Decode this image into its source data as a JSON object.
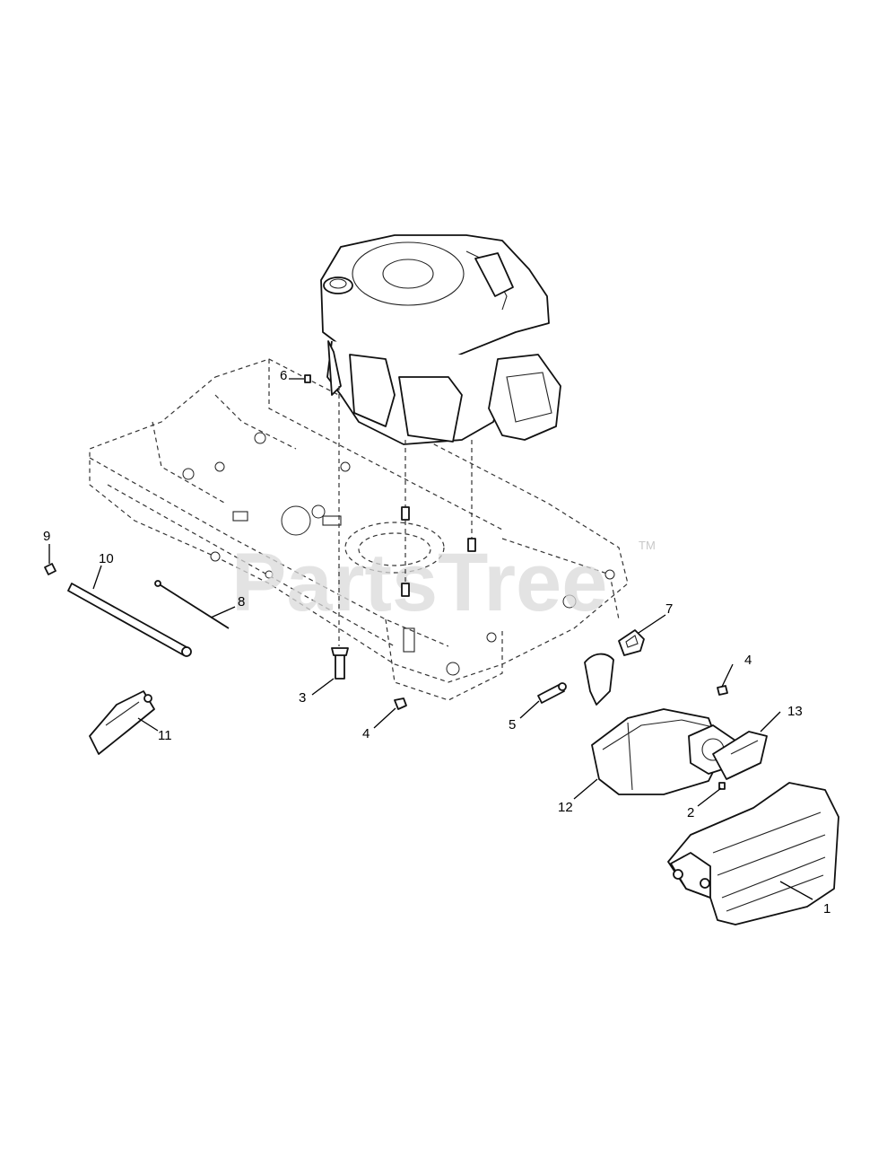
{
  "watermark": {
    "brand": "PartsTree",
    "trademark": "TM"
  },
  "callouts": [
    {
      "id": "callout-1",
      "label": "1"
    },
    {
      "id": "callout-2",
      "label": "2"
    },
    {
      "id": "callout-3",
      "label": "3"
    },
    {
      "id": "callout-4-frame",
      "label": "4"
    },
    {
      "id": "callout-4-muffler",
      "label": "4"
    },
    {
      "id": "callout-5",
      "label": "5"
    },
    {
      "id": "callout-6",
      "label": "6"
    },
    {
      "id": "callout-7",
      "label": "7"
    },
    {
      "id": "callout-8",
      "label": "8"
    },
    {
      "id": "callout-9",
      "label": "9"
    },
    {
      "id": "callout-10",
      "label": "10"
    },
    {
      "id": "callout-11",
      "label": "11"
    },
    {
      "id": "callout-12",
      "label": "12"
    },
    {
      "id": "callout-13",
      "label": "13"
    }
  ],
  "colors": {
    "line": "#111111",
    "background": "#ffffff",
    "watermark": "#d9d9d9"
  }
}
